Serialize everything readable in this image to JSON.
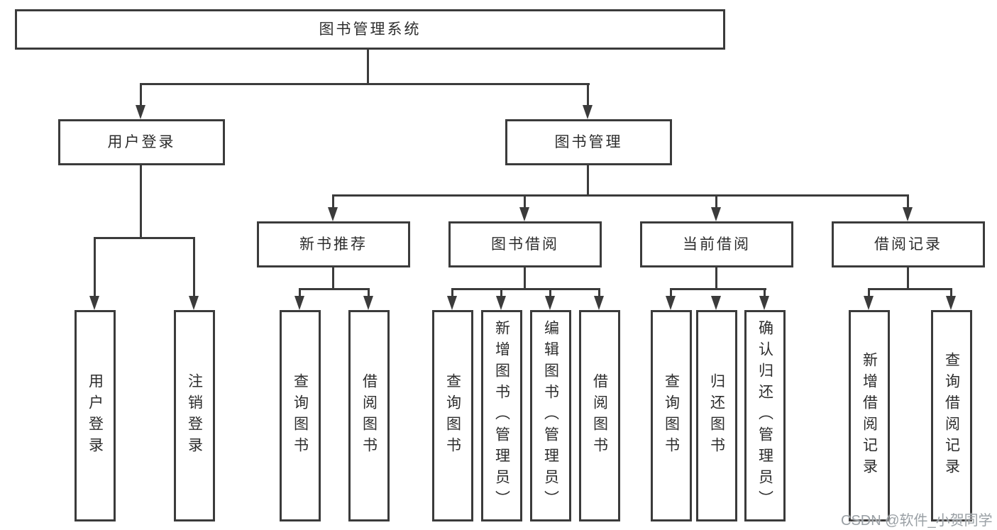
{
  "root": {
    "label": "图书管理系统"
  },
  "level2": [
    {
      "label": "用户登录"
    },
    {
      "label": "图书管理"
    }
  ],
  "level3": [
    {
      "label": "新书推荐"
    },
    {
      "label": "图书借阅"
    },
    {
      "label": "当前借阅"
    },
    {
      "label": "借阅记录"
    }
  ],
  "leaves": {
    "user_login": [
      {
        "label": "用户登录"
      },
      {
        "label": "注销登录"
      }
    ],
    "new_book_recommend": [
      {
        "label": "查询图书"
      },
      {
        "label": "借阅图书"
      }
    ],
    "book_borrow": [
      {
        "label": "查询图书"
      },
      {
        "label": "新增图书（管理员）"
      },
      {
        "label": "编辑图书（管理员）"
      },
      {
        "label": "借阅图书"
      }
    ],
    "current_borrow": [
      {
        "label": "查询图书"
      },
      {
        "label": "归还图书"
      },
      {
        "label": "确认归还（管理员）"
      }
    ],
    "borrow_records": [
      {
        "label": "新增借阅记录"
      },
      {
        "label": "查询借阅记录"
      }
    ]
  },
  "watermark": "CSDN @软件_小贺同学",
  "colors": {
    "line": "#3b3b3b",
    "text": "#2d2d2d",
    "watermark": "#9aa0a5",
    "background": "#ffffff"
  }
}
